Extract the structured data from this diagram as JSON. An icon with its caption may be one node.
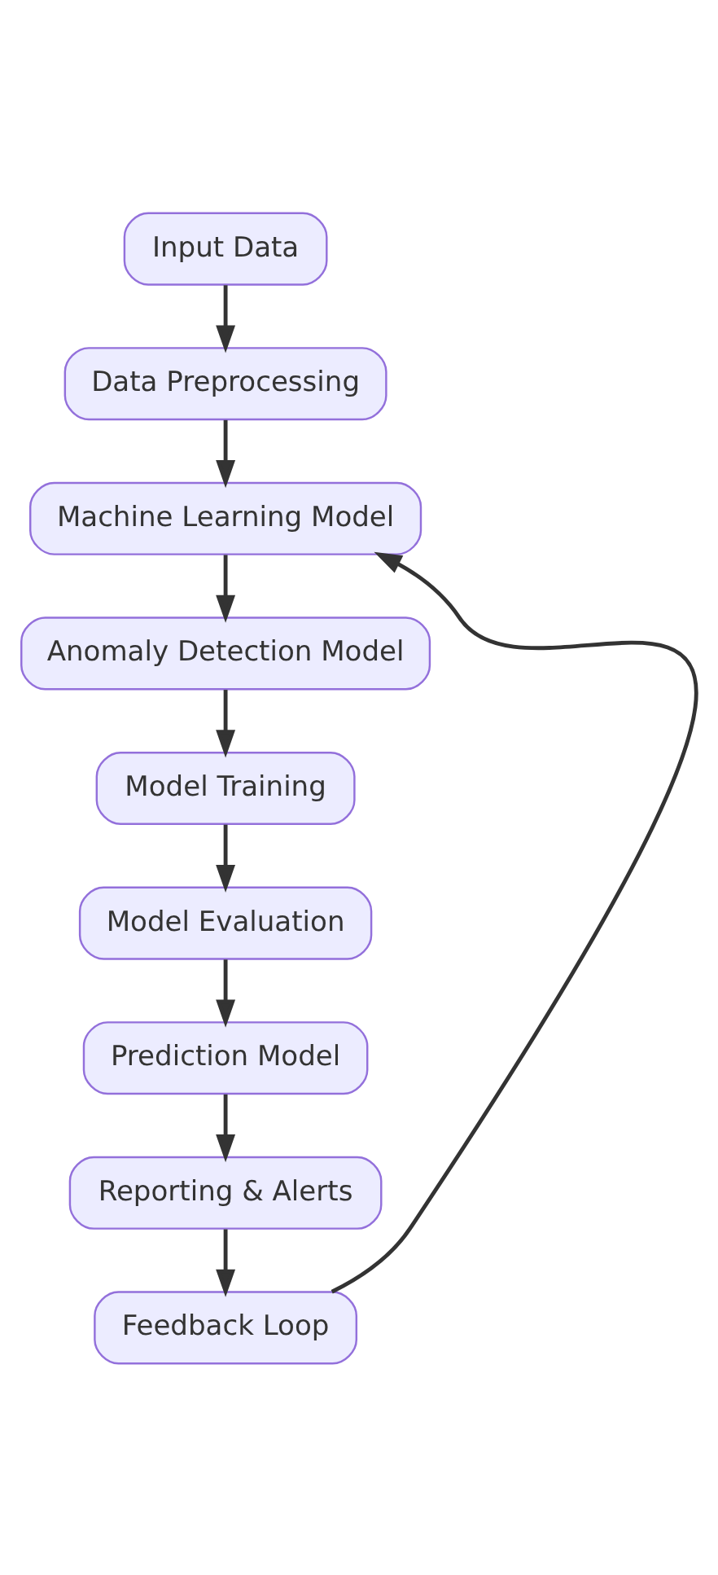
{
  "diagram": {
    "nodes": [
      {
        "text": [
          "Input Data"
        ]
      },
      {
        "text": [
          "Data Preprocessing"
        ]
      },
      {
        "text": [
          "Machine Learning Model"
        ]
      },
      {
        "text": [
          "Anomaly Detection Model"
        ]
      },
      {
        "text": [
          "Model Training"
        ]
      },
      {
        "text": [
          "Model Evaluation"
        ]
      },
      {
        "text": [
          "Prediction Model"
        ]
      },
      {
        "text": [
          "Reporting & Alerts"
        ]
      },
      {
        "text": [
          "Feedback Loop"
        ]
      }
    ],
    "edges": [
      {
        "from": 0,
        "to": 1,
        "arrow": "to"
      },
      {
        "from": 1,
        "to": 2,
        "arrow": "to"
      },
      {
        "from": 2,
        "to": 3,
        "arrow": "to"
      },
      {
        "from": 3,
        "to": 4,
        "arrow": "to"
      },
      {
        "from": 4,
        "to": 5,
        "arrow": "to"
      },
      {
        "from": 5,
        "to": 6,
        "arrow": "to"
      },
      {
        "from": 6,
        "to": 7,
        "arrow": "to"
      },
      {
        "from": 7,
        "to": 8,
        "arrow": "to"
      },
      {
        "from": 8,
        "to": 2,
        "arrow": "to"
      }
    ]
  }
}
